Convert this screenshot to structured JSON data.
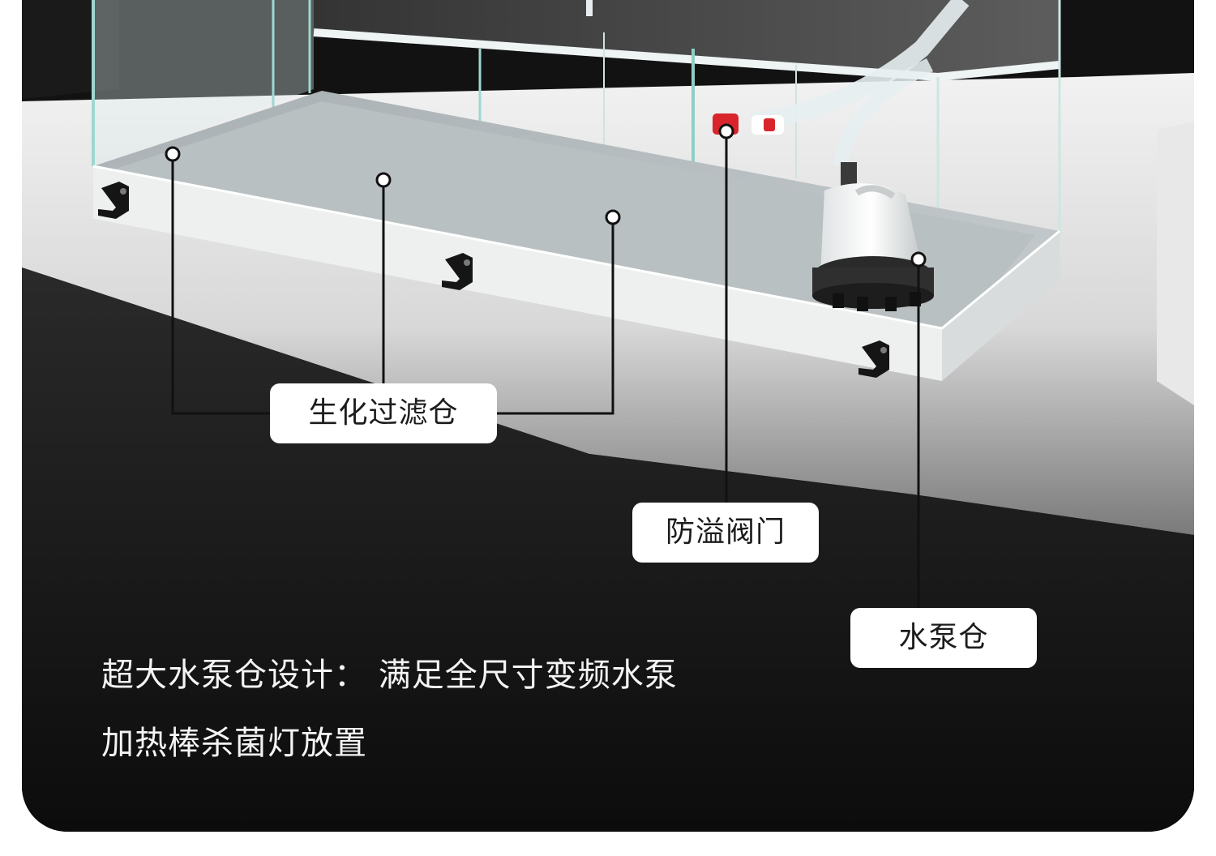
{
  "callouts": {
    "bio_filter": "生化过滤仓",
    "overflow_valve": "防溢阀门",
    "pump_chamber": "水泵仓"
  },
  "description": {
    "line1": "超大水泵仓设计： 满足全尺寸变频水泵",
    "line2": "加热棒杀菌灯放置"
  },
  "colors": {
    "background_dark": "#101010",
    "label_background": "#ffffff",
    "callout_line": "#111111",
    "valve_red": "#d9242b"
  }
}
